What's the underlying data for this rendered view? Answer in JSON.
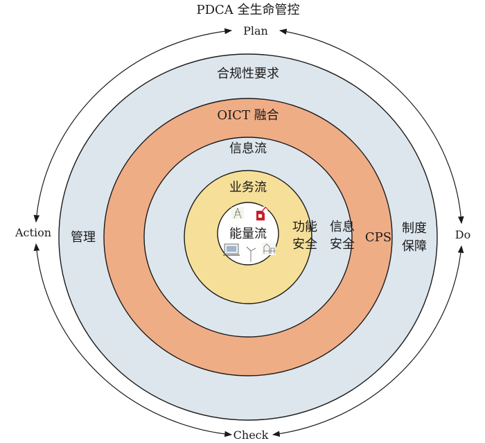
{
  "title": "PDCA 全生命管控",
  "pdca": {
    "plan": "Plan",
    "do": "Do",
    "check": "Check",
    "action": "Action"
  },
  "rings": {
    "compliance": {
      "label": "合规性要求",
      "left": "管理",
      "right_line1": "制度",
      "right_line2": "保障",
      "color": "#dde6ed"
    },
    "oict": {
      "label": "OICT 融合",
      "right": "CPS",
      "color": "#efad86"
    },
    "info_flow": {
      "label": "信息流",
      "right_line1": "信息",
      "right_line2": "安全",
      "color": "#dde6ed"
    },
    "business_flow": {
      "label": "业务流",
      "right_line1": "功能",
      "right_line2": "安全",
      "color": "#f6df98"
    },
    "energy_flow": {
      "label": "能量流",
      "color": "#ffffff"
    }
  },
  "icons": {
    "top_left": "power-grid-tower-icon",
    "top_right": "fuel-can-icon",
    "bottom_left": "computer-terminal-icon",
    "bottom_mid": "wind-turbine-icon",
    "bottom_right": "factory-equipment-icon"
  }
}
